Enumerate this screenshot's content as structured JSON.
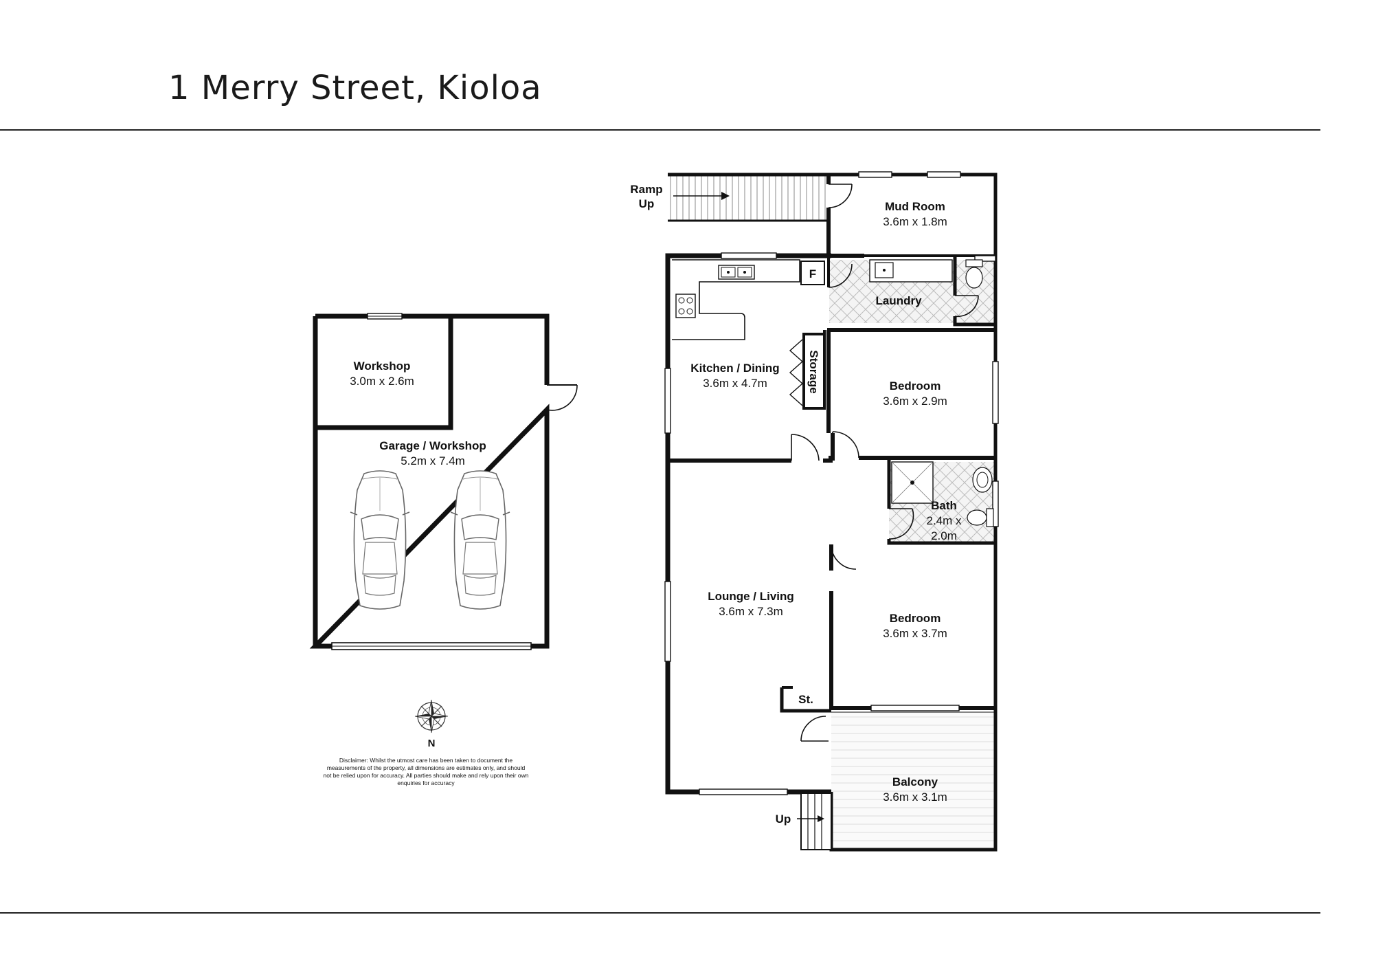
{
  "title": "1 Merry Street, Kioloa",
  "rooms": {
    "workshop": {
      "name": "Workshop",
      "size": "3.0m x 2.6m"
    },
    "garage": {
      "name": "Garage / Workshop",
      "size": "5.2m x 7.4m"
    },
    "mud_room": {
      "name": "Mud Room",
      "size": "3.6m x 1.8m"
    },
    "laundry": {
      "name": "Laundry"
    },
    "kitchen": {
      "name": "Kitchen / Dining",
      "size": "3.6m x 4.7m"
    },
    "storage": {
      "name": "Storage"
    },
    "bedroom1": {
      "name": "Bedroom",
      "size": "3.6m x 2.9m"
    },
    "bath": {
      "name": "Bath",
      "size_line1": "2.4m x",
      "size_line2": "2.0m"
    },
    "lounge": {
      "name": "Lounge / Living",
      "size": "3.6m x 7.3m"
    },
    "bedroom2": {
      "name": "Bedroom",
      "size": "3.6m x 3.7m"
    },
    "store": {
      "name": "St."
    },
    "balcony": {
      "name": "Balcony",
      "size": "3.6m x 3.1m"
    }
  },
  "labels": {
    "ramp_line1": "Ramp",
    "ramp_line2": "Up",
    "stairs_up": "Up",
    "fridge": "F",
    "north": "N"
  },
  "disclaimer": "Disclaimer: Whilst the utmost care has been taken to document the measurements of the property, all dimensions are estimates only, and should not be relied upon for accuracy. All parties should make and rely upon their own enquiries for accuracy",
  "icons": [
    "compass-icon",
    "car-icon",
    "sink-icon",
    "cooktop-icon",
    "toilet-icon",
    "shower-icon",
    "basin-icon",
    "door-swing-icon",
    "window-icon",
    "arrow-icon"
  ]
}
